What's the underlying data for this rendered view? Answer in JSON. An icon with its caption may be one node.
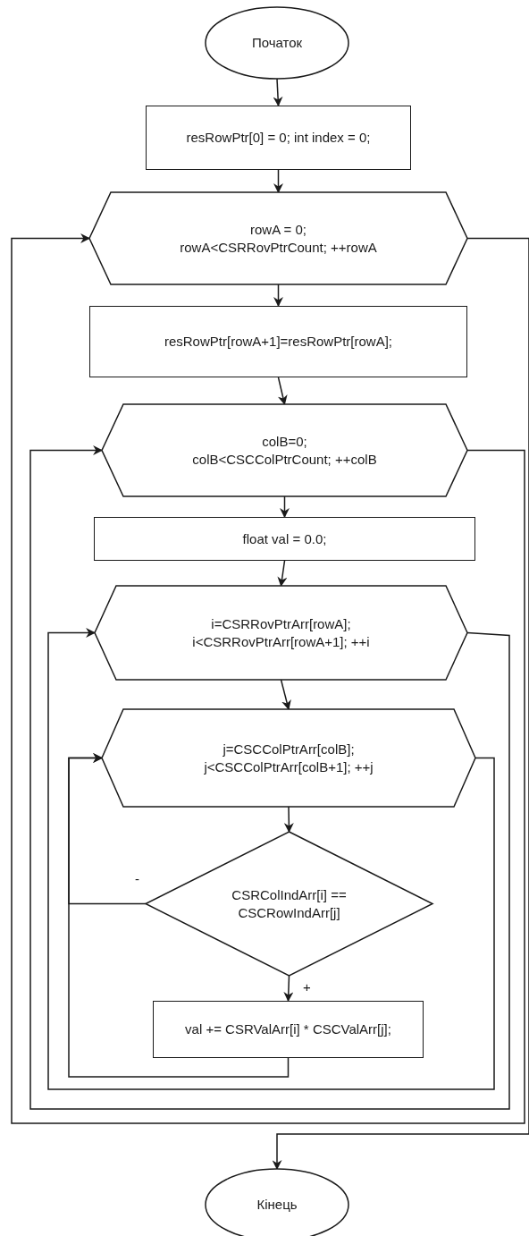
{
  "diagram": {
    "nodes": [
      {
        "text": [
          "Початок"
        ]
      },
      {
        "text": [
          "resRowPtr[0] = 0; int index = 0;"
        ]
      },
      {
        "text": [
          "rowA = 0; rowA<CSRRovPtrCount; ++rowA"
        ]
      },
      {
        "text": [
          "resRowPtr[rowA+1]=resRowPtr[rowA];"
        ]
      },
      {
        "text": [
          "colB=0; colB<CSCColPtrCount; ++colB"
        ]
      },
      {
        "text": [
          "float val = 0.0;"
        ]
      },
      {
        "text": [
          "i=CSRRovPtrArr[rowA]; i<CSRRovPtrArr[rowA+1]; ++i"
        ]
      },
      {
        "text": [
          "j=CSCColPtrArr[colB]; j<CSCColPtrArr[colB+1]; ++j"
        ]
      },
      {
        "text": [
          "CSRColIndArr[i] == CSCRowIndArr[j]"
        ]
      },
      {
        "text": [
          "val += CSRValArr[i] * CSCValArr[j];"
        ]
      },
      {
        "text": [
          "Кінець"
        ]
      }
    ],
    "edges": [
      {
        "from": 0,
        "to": 1,
        "arrow": "to"
      },
      {
        "from": 1,
        "to": 2,
        "arrow": "to"
      },
      {
        "from": 2,
        "to": 3,
        "arrow": "to"
      },
      {
        "from": 3,
        "to": 4,
        "arrow": "to"
      },
      {
        "from": 4,
        "to": 5,
        "arrow": "to"
      },
      {
        "from": 5,
        "to": 6,
        "arrow": "to"
      },
      {
        "from": 6,
        "to": 7,
        "arrow": "to"
      },
      {
        "from": 7,
        "to": 8,
        "arrow": "to"
      },
      {
        "from": 8,
        "to": 9,
        "arrow": "to",
        "label": "+"
      },
      {
        "from": 8,
        "to": 7,
        "arrow": "to",
        "label": "-"
      },
      {
        "from": 9,
        "to": 7,
        "arrow": "to"
      },
      {
        "from": 7,
        "to": 6,
        "arrow": "to"
      },
      {
        "from": 6,
        "to": 4,
        "arrow": "to"
      },
      {
        "from": 4,
        "to": 2,
        "arrow": "to"
      },
      {
        "from": 2,
        "to": 10,
        "arrow": "to"
      }
    ]
  }
}
